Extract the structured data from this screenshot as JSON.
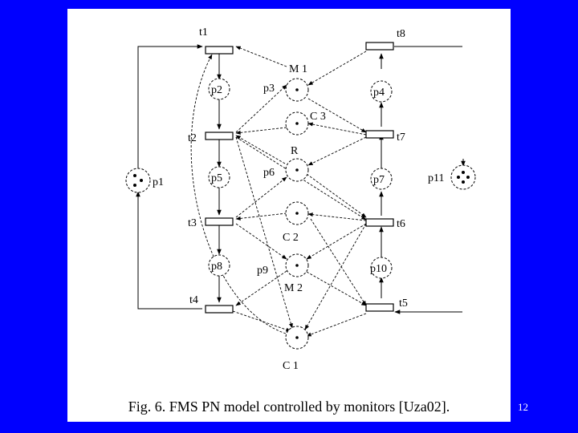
{
  "caption": "Fig. 6. FMS PN model controlled by monitors [Uza02].",
  "slide_number": "12",
  "places": {
    "p1": "p1",
    "p2": "p2",
    "p3": "p3",
    "p4": "p4",
    "p5": "p5",
    "p6": "p6",
    "p7": "p7",
    "p8": "p8",
    "p9": "p9",
    "p10": "p10",
    "p11": "p11",
    "M1": "M 1",
    "M2": "M 2",
    "C1": "C 1",
    "C2": "C 2",
    "C3": "C 3",
    "R": "R"
  },
  "transitions": {
    "t1": "t1",
    "t2": "t2",
    "t3": "t3",
    "t4": "t4",
    "t5": "t5",
    "t6": "t6",
    "t7": "t7",
    "t8": "t8"
  }
}
